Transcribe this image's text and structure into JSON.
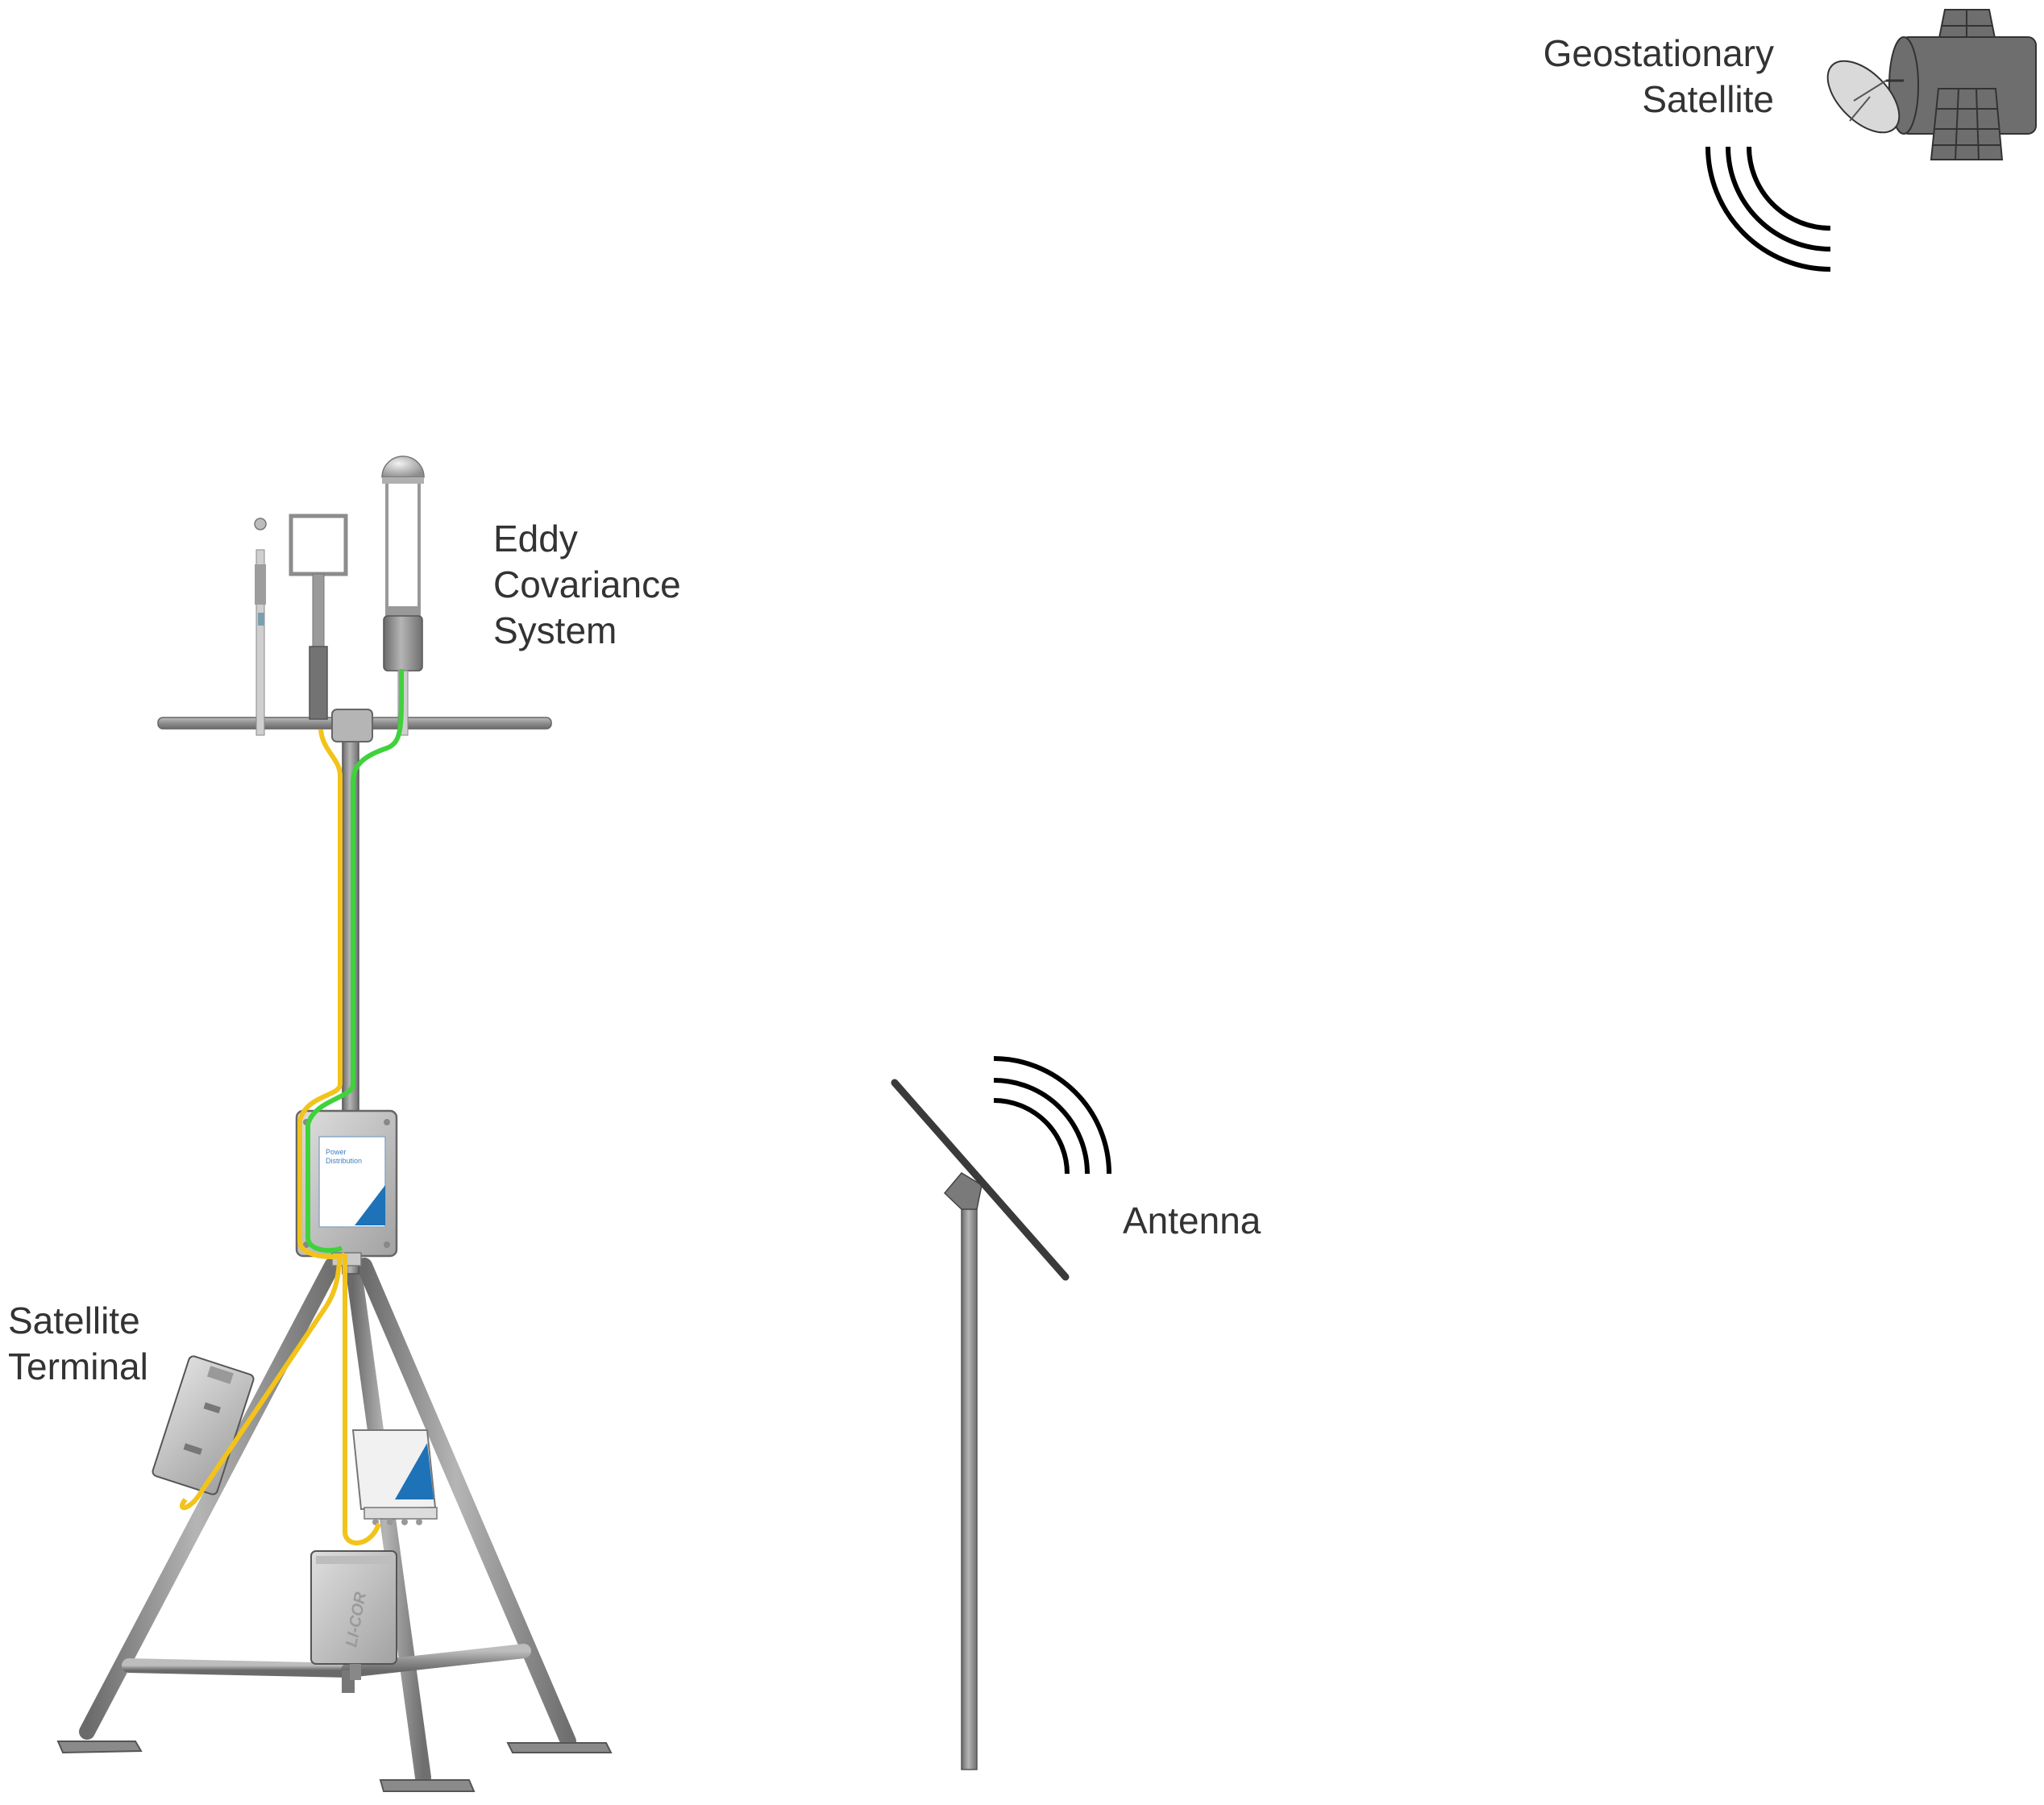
{
  "labels": {
    "satellite": [
      "Geostationary",
      "Satellite"
    ],
    "eddy": [
      "Eddy",
      "Covariance",
      "System"
    ],
    "antenna": "Antenna",
    "terminal": [
      "Satellite",
      "Terminal"
    ]
  },
  "panel_text": [
    "Power",
    "Distribution"
  ],
  "logger_text": "LI-COR",
  "colors": {
    "steel": "#8f8f8f",
    "steel_dark": "#6f6f6f",
    "cable_yellow": "#f2c31a",
    "cable_green": "#3fd23c",
    "accent_blue": "#1d72b8",
    "satellite_gray": "#6e6e6e",
    "signal": "#000000"
  },
  "icons": [
    "satellite-icon",
    "signal-waves-icon",
    "antenna-icon",
    "tripod-tower-icon"
  ]
}
